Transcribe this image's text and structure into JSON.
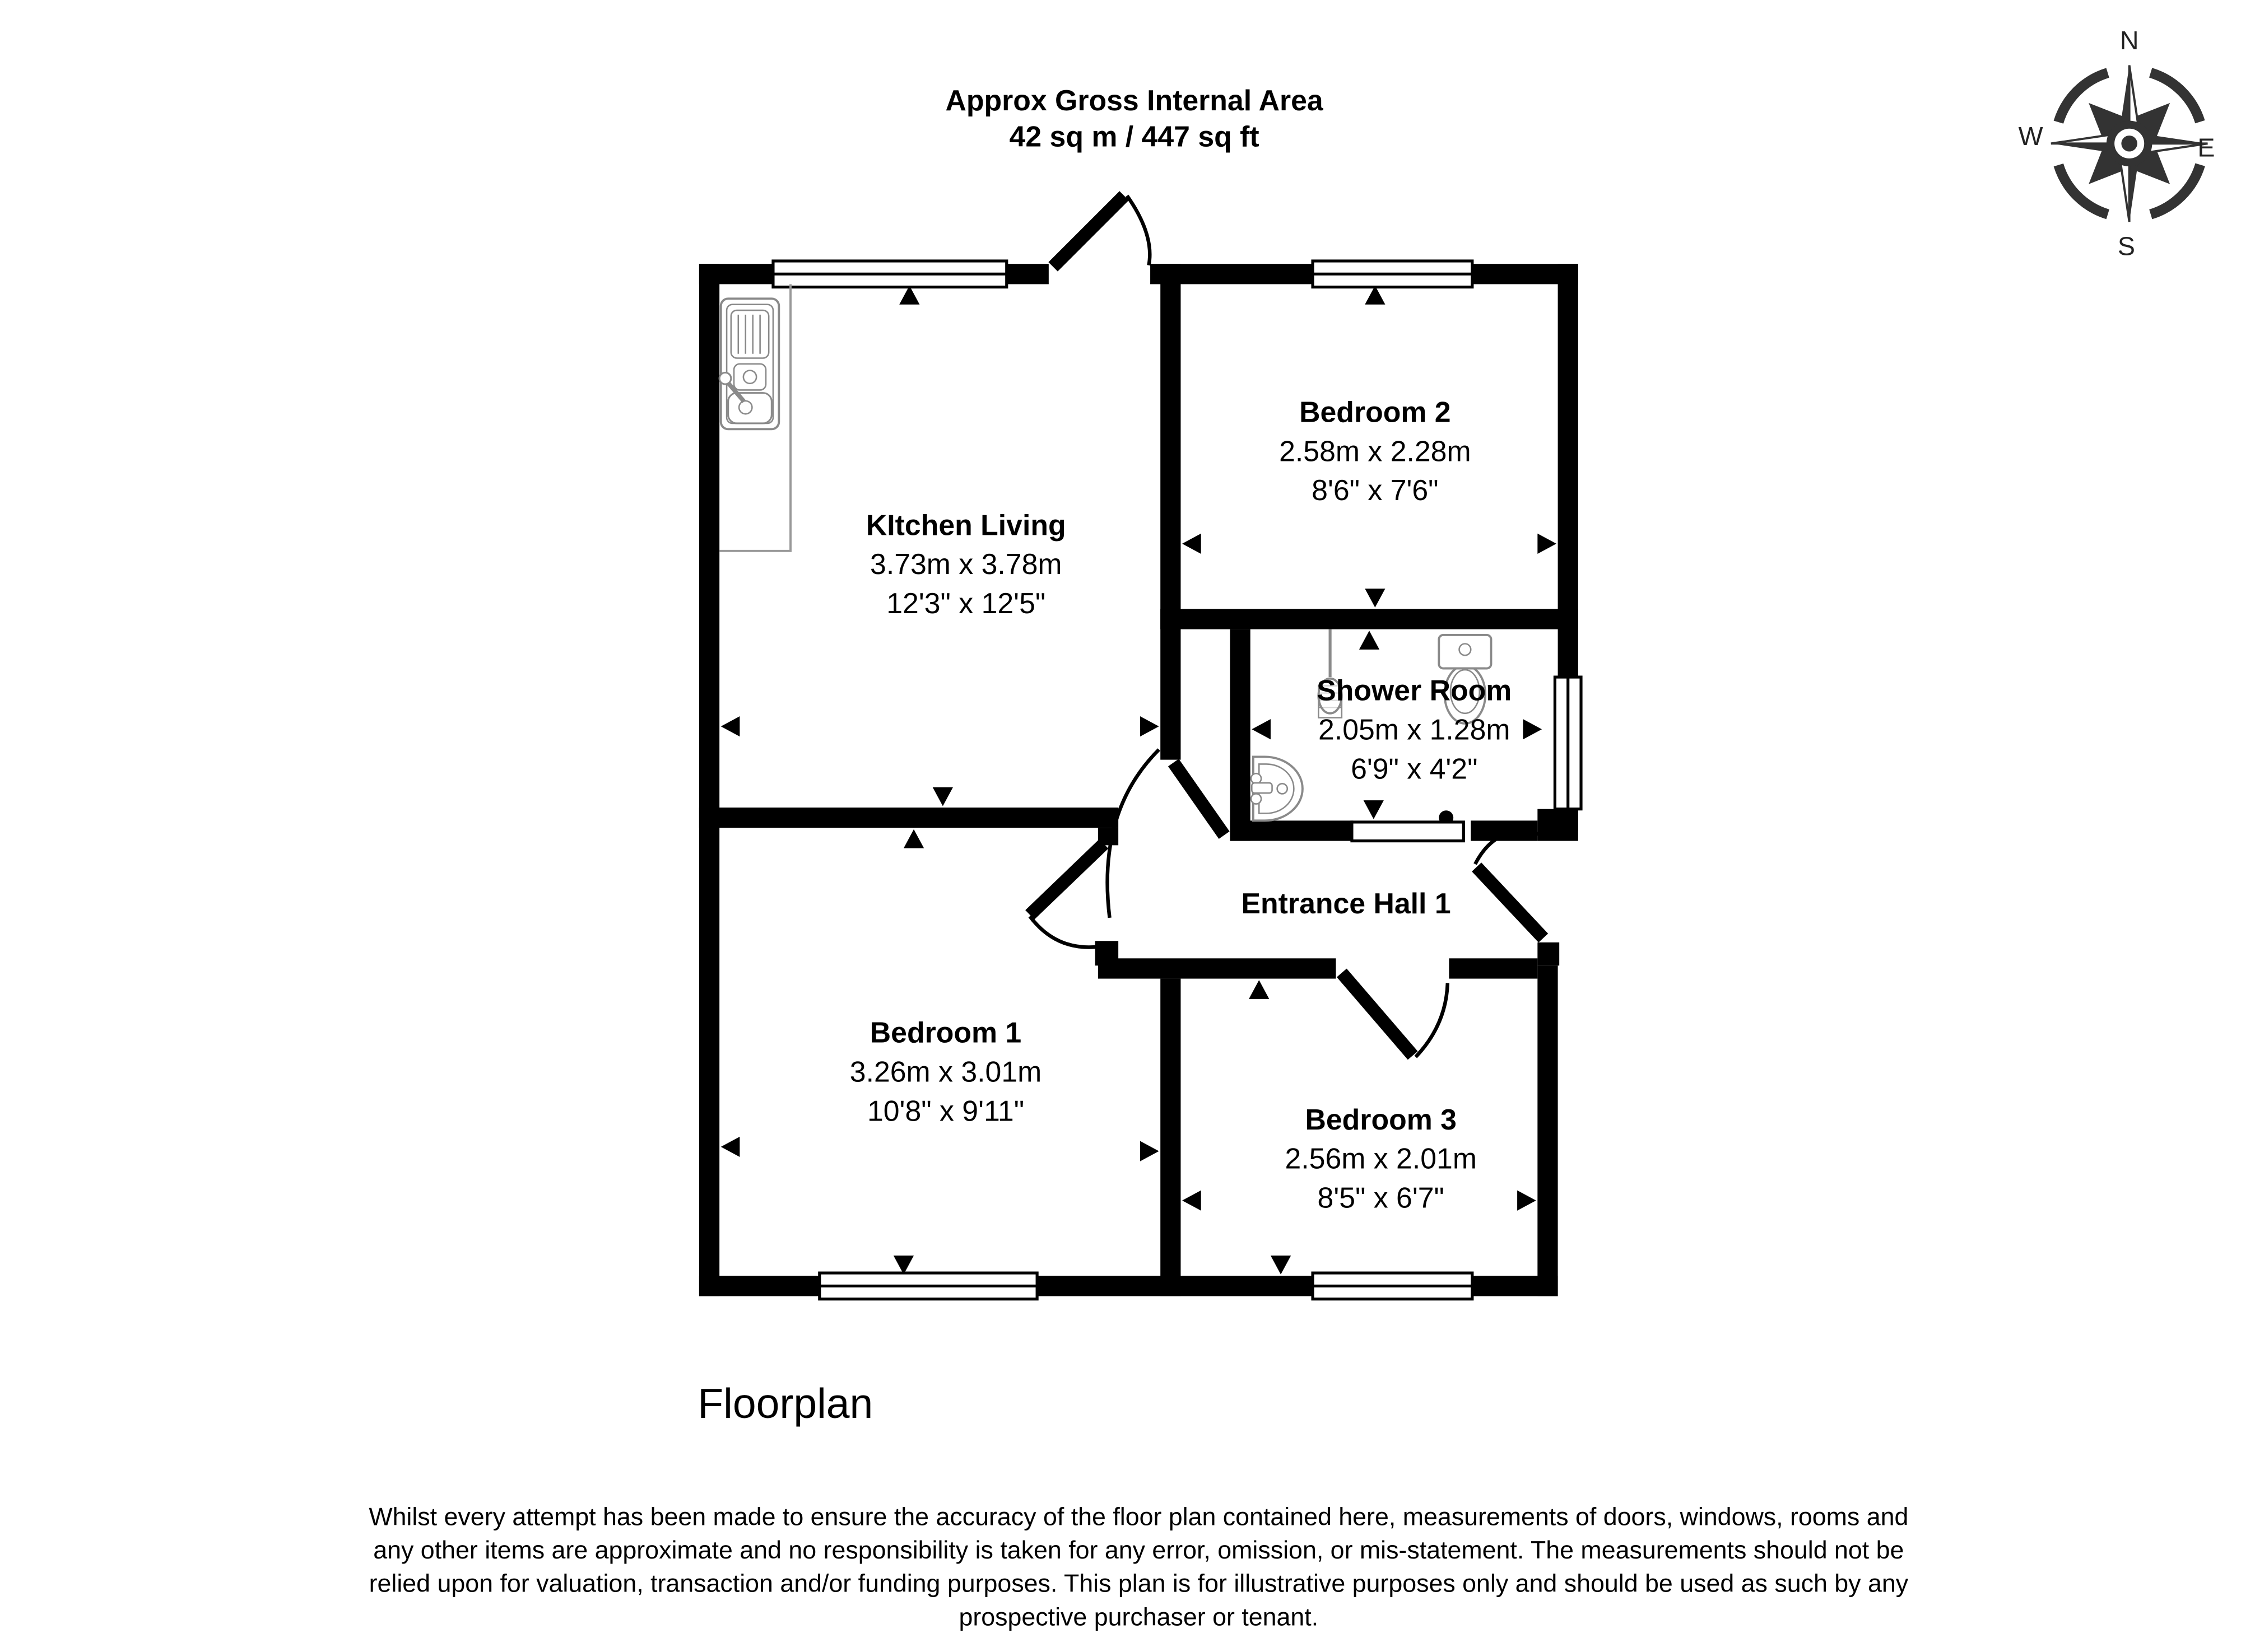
{
  "title": {
    "line1": "Approx Gross Internal Area",
    "line2": "42 sq m / 447 sq ft"
  },
  "compass": {
    "n": "N",
    "e": "E",
    "s": "S",
    "w": "W"
  },
  "rooms": [
    {
      "name": "KItchen Living",
      "metric": "3.73m x 3.78m",
      "imperial": "12'3\" x 12'5\""
    },
    {
      "name": "Bedroom 2",
      "metric": "2.58m x 2.28m",
      "imperial": "8'6\" x 7'6\""
    },
    {
      "name": "Shower Room",
      "metric": "2.05m x 1.28m",
      "imperial": "6'9\" x 4'2\""
    },
    {
      "name": "Entrance Hall 1"
    },
    {
      "name": "Bedroom 1",
      "metric": "3.26m x 3.01m",
      "imperial": "10'8\" x 9'11\""
    },
    {
      "name": "Bedroom 3",
      "metric": "2.56m x 2.01m",
      "imperial": "8'5\" x 6'7\""
    }
  ],
  "caption": "Floorplan",
  "disclaimer_lines": [
    "Whilst every attempt has been made to ensure the accuracy of the floor plan contained here, measurements of doors, windows, rooms and",
    "any other items are approximate and no responsibility is taken for any error, omission, or mis-statement. The measurements should not be",
    "relied upon for valuation, transaction and/or funding purposes. This plan is for illustrative purposes only and should be used as such by any",
    "prospective purchaser or tenant."
  ],
  "colors": {
    "wall": "#000000",
    "fixture": "#8a8a8a",
    "compass": "#333333"
  }
}
